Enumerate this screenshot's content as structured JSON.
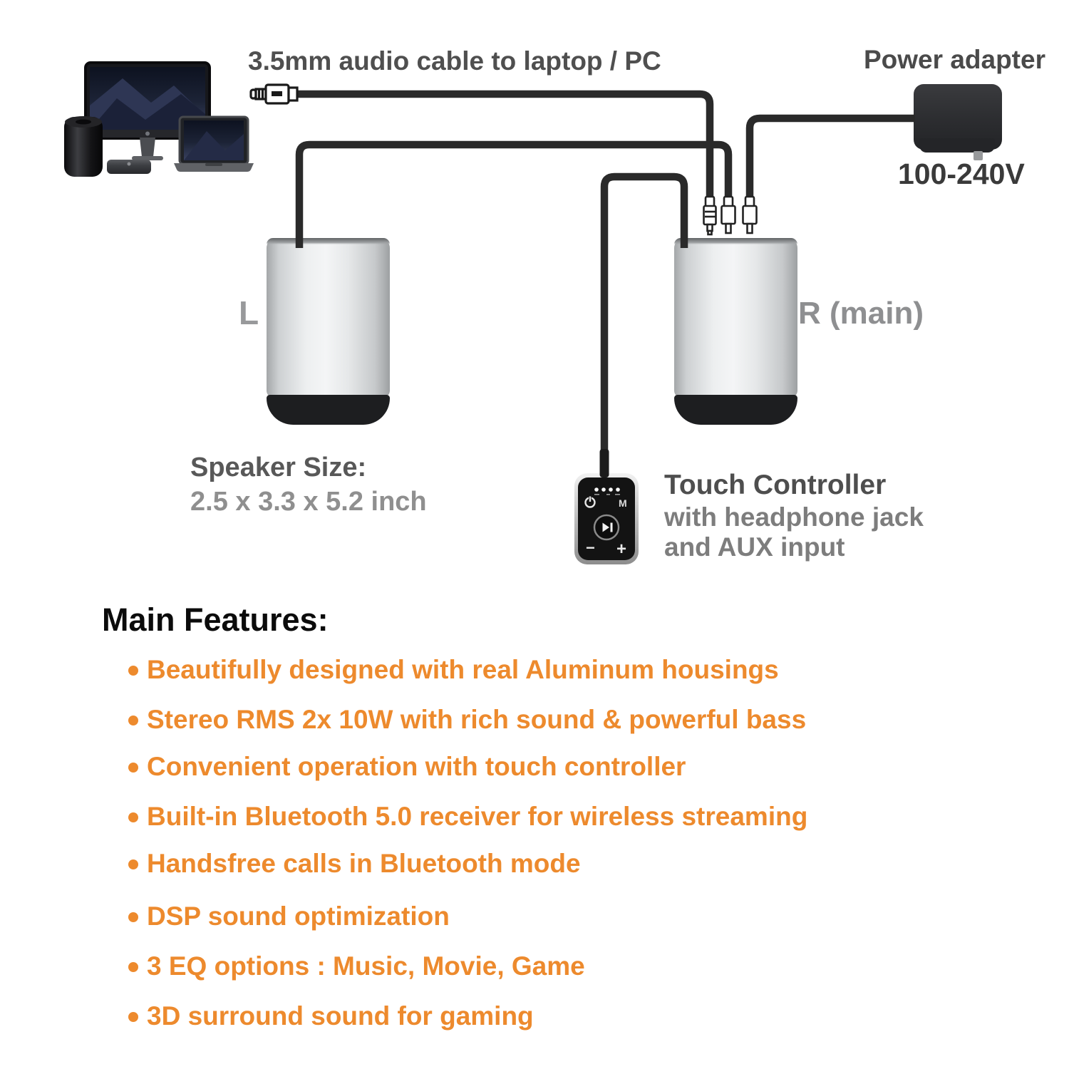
{
  "title_labels": {
    "audio_cable": "3.5mm audio cable to laptop / PC",
    "power_adapter": "Power adapter",
    "power_voltage": "100-240V"
  },
  "speakers": {
    "left_label": "L",
    "right_label": "R (main)",
    "size_heading": "Speaker Size:",
    "size_value": "2.5 x 3.3 x 5.2 inch"
  },
  "touch_controller": {
    "title": "Touch Controller",
    "subtitle_line1": "with headphone jack",
    "subtitle_line2": "and AUX input",
    "mode_label": "M",
    "minus_label": "−",
    "plus_label": "+"
  },
  "features": {
    "heading": "Main Features:",
    "items": [
      "Beautifully designed with real Aluminum housings",
      "Stereo RMS 2x 10W with rich sound & powerful bass",
      "Convenient operation with touch controller",
      "Built-in Bluetooth 5.0 receiver for wireless streaming",
      "Handsfree calls in Bluetooth mode",
      "DSP sound optimization",
      "3 EQ options : Music, Movie, Game",
      "3D surround sound for gaming"
    ]
  },
  "icons": {
    "aux-jack-icon": "3.5mm plug outline",
    "power-icon": "power symbol on touch controller",
    "play-pause-icon": "play/pause glyph in controller ring",
    "led-indicators": "4 white status dots",
    "computers-illustration": "iMac, Mac Pro, Mac mini, MacBook cluster"
  },
  "colors": {
    "accent_orange": "#ED8A2D",
    "cable_black": "#2a2a2a",
    "label_gray": "#8e8f91",
    "heading_dark_gray": "#4f4f4f",
    "speaker_silver": "#e6e8e9",
    "speaker_base_black": "#1d1e20"
  }
}
